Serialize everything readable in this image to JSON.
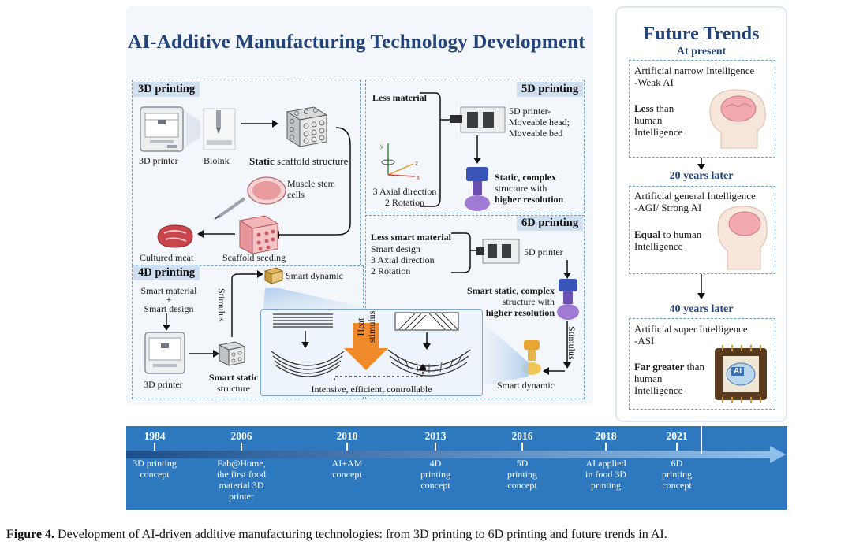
{
  "main_title": "AI-Additive Manufacturing Technology Development",
  "printing_3d": {
    "tag": "3D printing",
    "printer_label": "3D printer",
    "bioink_label": "Bioink",
    "static_bold": "Static",
    "static_rest": " scaffold structure",
    "stem_cells": "Muscle stem\ncells",
    "cultured_meat": "Cultured meat",
    "scaffold_seeding": "Scaffold seeding"
  },
  "printing_5d": {
    "tag": "5D printing",
    "less_material": "Less material",
    "printer_desc": "5D printer-\nMoveable head;\nMoveable bed",
    "axes": "3 Axial direction\n2 Rotation",
    "result_bold": "Static, complex",
    "result_mid": "structure with",
    "result_bold2": "higher resolution"
  },
  "printing_6d": {
    "tag": "6D printing",
    "less_smart": "Less smart material",
    "details": "Smart design\n3 Axial direction\n2 Rotation",
    "printer": "5D printer",
    "result_bold": "Smart static, complex",
    "result_mid": "structure with",
    "result_bold2": "higher resolution",
    "stimulus": "Stimulus",
    "smart_dynamic": "Smart dynamic"
  },
  "printing_4d": {
    "tag": "4D printing",
    "smart_material": "Smart material",
    "plus": "+",
    "smart_design": "Smart design",
    "printer": "3D printer",
    "stimulus": "Stimulus",
    "smart_dynamic": "Smart dynamic",
    "smart_static_bold": "Smart static",
    "smart_static_rest": "structure",
    "heat": "Heat\nstimulus",
    "intensive": "Intensive, efficient, controllable"
  },
  "future": {
    "title": "Future Trends",
    "at_present": "At  present",
    "box1_title": "Artificial narrow Intelligence\n-Weak AI",
    "box1_bold": "Less",
    "box1_rest": " than\nhuman\nIntelligence",
    "later20": "20 years later",
    "box2_title": "Artificial general Intelligence\n-AGI/ Strong AI",
    "box2_bold": "Equal",
    "box2_rest": " to human\nIntelligence",
    "later40": "40 years later",
    "box3_title": "Artificial super Intelligence\n-ASI",
    "box3_bold": "Far greater",
    "box3_rest": " than\nhuman\nIntelligence",
    "chip_label": "AI"
  },
  "timeline": [
    {
      "year": "1984",
      "label": "3D printing\nconcept"
    },
    {
      "year": "2006",
      "label": "Fab@Home,\nthe first food\nmaterial 3D\nprinter"
    },
    {
      "year": "2010",
      "label": "AI+AM\nconcept"
    },
    {
      "year": "2013",
      "label": "4D\nprinting\nconcept"
    },
    {
      "year": "2016",
      "label": "5D\nprinting\nconcept"
    },
    {
      "year": "2018",
      "label": "AI applied\nin food 3D\nprinting"
    },
    {
      "year": "2021",
      "label": "6D\nprinting\nconcept"
    }
  ],
  "caption_bold": "Figure 4.",
  "caption_rest": " Development of AI-driven additive manufacturing technologies: from 3D printing to 6D printing and future trends in AI.",
  "colors": {
    "accent": "#23447a",
    "timeline": "#2e78c0",
    "dashed": "#6fa1c9",
    "tag_bg": "#cfdff0",
    "heat": "#f08a2a"
  }
}
